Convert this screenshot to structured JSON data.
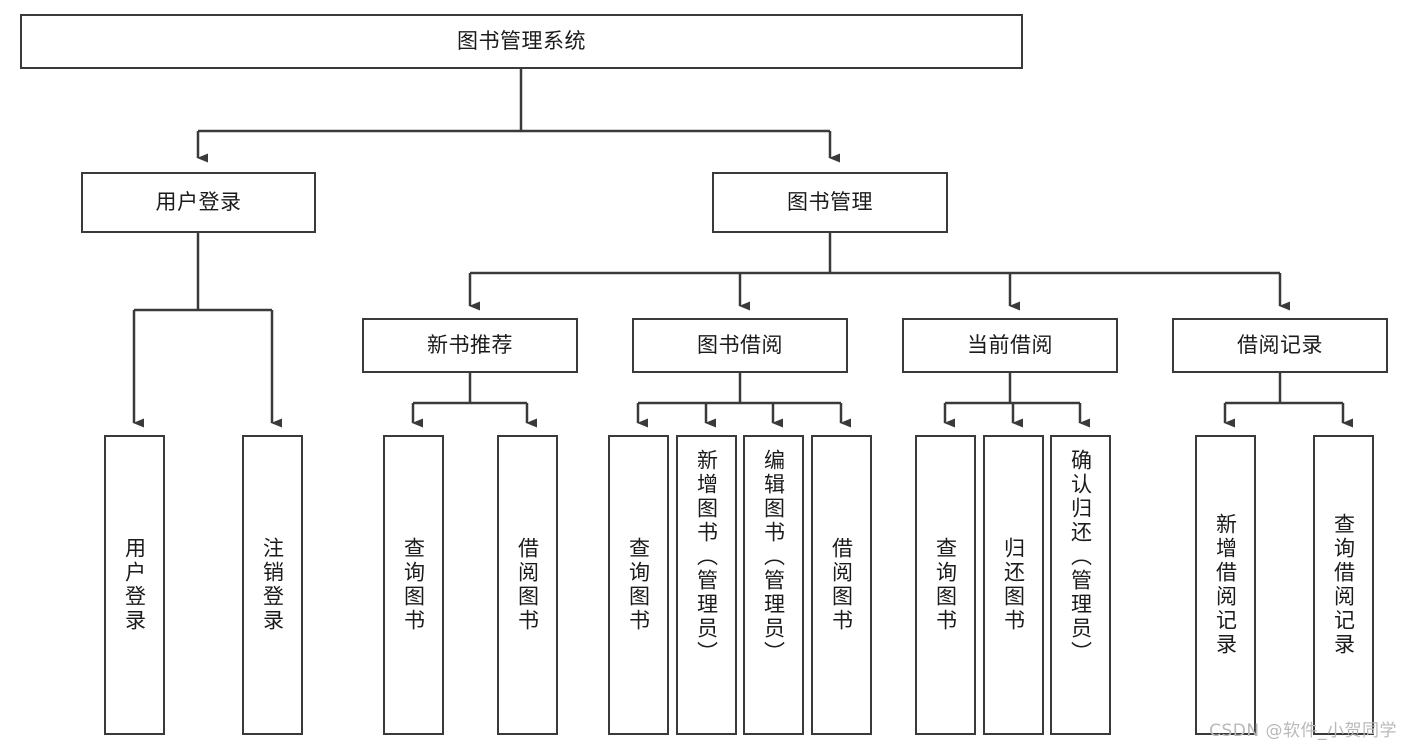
{
  "diagram": {
    "title": "图书管理系统",
    "type": "tree",
    "colors": {
      "box_border": "#3a3a3a",
      "box_fill": "#ffffff",
      "connector": "#3a3a3a",
      "text": "#1b1b1b",
      "watermark": "#b9b9b9"
    },
    "watermark": "CSDN @软件_小贺同学",
    "nodes": {
      "root": {
        "label": "图书管理系统",
        "level": 0,
        "orientation": "horizontal"
      },
      "user_login": {
        "label": "用户登录",
        "level": 1,
        "orientation": "horizontal"
      },
      "book_manage": {
        "label": "图书管理",
        "level": 1,
        "orientation": "horizontal"
      },
      "new_book_rec": {
        "label": "新书推荐",
        "level": 2,
        "orientation": "horizontal"
      },
      "book_borrow": {
        "label": "图书借阅",
        "level": 2,
        "orientation": "horizontal"
      },
      "current_borrow": {
        "label": "当前借阅",
        "level": 2,
        "orientation": "horizontal"
      },
      "borrow_record": {
        "label": "借阅记录",
        "level": 2,
        "orientation": "horizontal"
      },
      "leaf_user_login": {
        "label": "用户登录",
        "level": 2,
        "orientation": "vertical"
      },
      "leaf_logout": {
        "label": "注销登录",
        "level": 2,
        "orientation": "vertical"
      },
      "leaf_query_book_a": {
        "label": "查询图书",
        "level": 3,
        "orientation": "vertical"
      },
      "leaf_borrow_book_a": {
        "label": "借阅图书",
        "level": 3,
        "orientation": "vertical"
      },
      "leaf_query_book_b": {
        "label": "查询图书",
        "level": 3,
        "orientation": "vertical"
      },
      "leaf_add_book": {
        "label": "新增图书（管理员）",
        "level": 3,
        "orientation": "vertical"
      },
      "leaf_edit_book": {
        "label": "编辑图书（管理员）",
        "level": 3,
        "orientation": "vertical"
      },
      "leaf_borrow_book_b": {
        "label": "借阅图书",
        "level": 3,
        "orientation": "vertical"
      },
      "leaf_query_book_c": {
        "label": "查询图书",
        "level": 3,
        "orientation": "vertical"
      },
      "leaf_return_book": {
        "label": "归还图书",
        "level": 3,
        "orientation": "vertical"
      },
      "leaf_confirm_return": {
        "label": "确认归还（管理员）",
        "level": 3,
        "orientation": "vertical"
      },
      "leaf_add_record": {
        "label": "新增借阅记录",
        "level": 3,
        "orientation": "vertical"
      },
      "leaf_query_record": {
        "label": "查询借阅记录",
        "level": 3,
        "orientation": "vertical"
      }
    },
    "edges": [
      {
        "from": "root",
        "to": "user_login"
      },
      {
        "from": "root",
        "to": "book_manage"
      },
      {
        "from": "user_login",
        "to": "leaf_user_login"
      },
      {
        "from": "user_login",
        "to": "leaf_logout"
      },
      {
        "from": "book_manage",
        "to": "new_book_rec"
      },
      {
        "from": "book_manage",
        "to": "book_borrow"
      },
      {
        "from": "book_manage",
        "to": "current_borrow"
      },
      {
        "from": "book_manage",
        "to": "borrow_record"
      },
      {
        "from": "new_book_rec",
        "to": "leaf_query_book_a"
      },
      {
        "from": "new_book_rec",
        "to": "leaf_borrow_book_a"
      },
      {
        "from": "book_borrow",
        "to": "leaf_query_book_b"
      },
      {
        "from": "book_borrow",
        "to": "leaf_add_book"
      },
      {
        "from": "book_borrow",
        "to": "leaf_edit_book"
      },
      {
        "from": "book_borrow",
        "to": "leaf_borrow_book_b"
      },
      {
        "from": "current_borrow",
        "to": "leaf_query_book_c"
      },
      {
        "from": "current_borrow",
        "to": "leaf_return_book"
      },
      {
        "from": "current_borrow",
        "to": "leaf_confirm_return"
      },
      {
        "from": "borrow_record",
        "to": "leaf_add_record"
      },
      {
        "from": "borrow_record",
        "to": "leaf_query_record"
      }
    ]
  }
}
